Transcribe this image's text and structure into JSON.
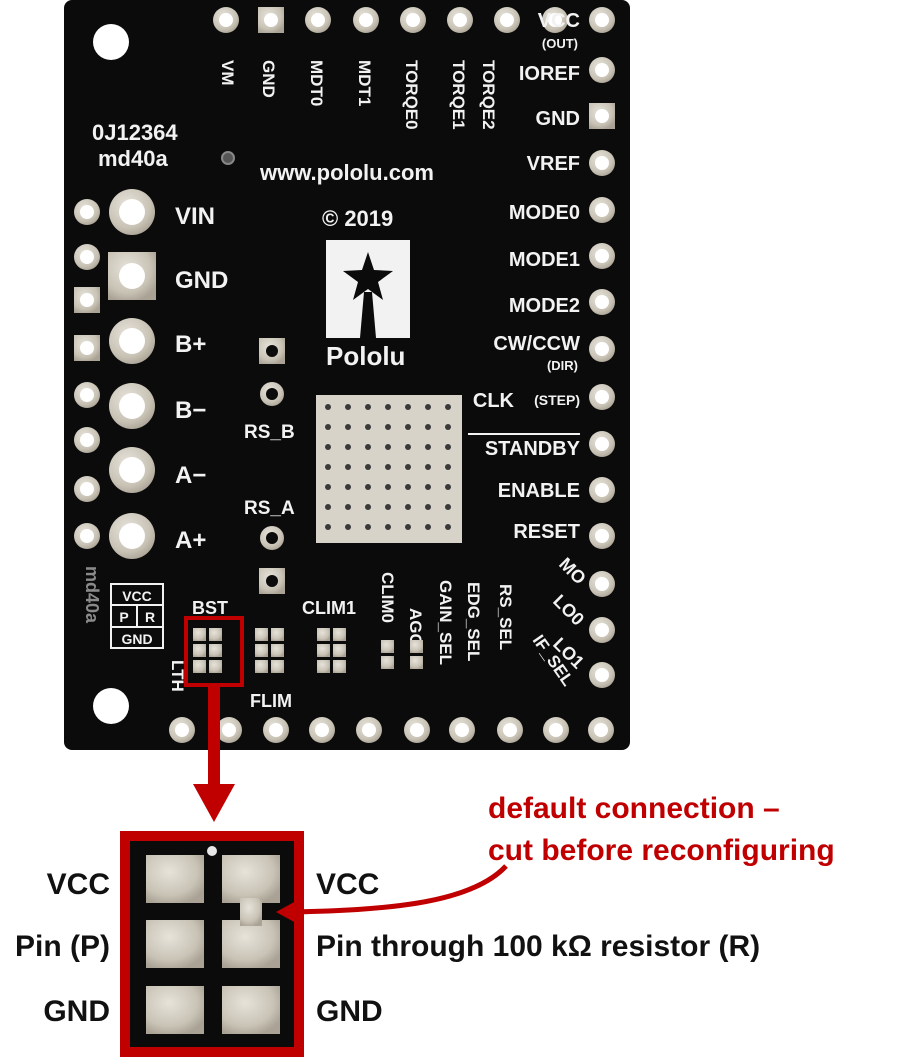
{
  "colors": {
    "board": "#0b0b0b",
    "silk": "#f2f2f2",
    "pad": "#c9c3b6",
    "accent": "#c00000",
    "label": "#111111"
  },
  "board": {
    "part_id": "0J12364",
    "part_code": "md40a",
    "url": "www.pololu.com",
    "copyright": "© 2019",
    "logo_text": "Pololu",
    "edge_text": "md40a",
    "top_pins": [
      "VM",
      "GND",
      "MDT0",
      "MDT1",
      "TORQE0",
      "TORQE1",
      "TORQE2"
    ],
    "right_pins": [
      "VCC",
      "IOREF",
      "GND",
      "VREF",
      "MODE0",
      "MODE1",
      "MODE2",
      "CW/CCW",
      "CLK",
      "STANDBY",
      "ENABLE",
      "RESET",
      "MO",
      "LO0",
      "LO1"
    ],
    "right_sublabels": {
      "vcc": "(OUT)",
      "dir": "(DIR)",
      "step": "(STEP)"
    },
    "left_pins": [
      "VIN",
      "GND",
      "B+",
      "B−",
      "A−",
      "A+"
    ],
    "rs_labels": [
      "RS_B",
      "RS_A"
    ],
    "bottom_labels": [
      "BST",
      "CLIM1",
      "CLIM0",
      "AGC",
      "GAIN_SEL",
      "EDG_SEL",
      "RS_SEL",
      "IF_SEL",
      "LTH",
      "FLIM"
    ],
    "legend": [
      "VCC",
      "P",
      "R",
      "GND"
    ]
  },
  "callout": {
    "left_labels": [
      "VCC",
      "Pin (P)",
      "GND"
    ],
    "right_labels": [
      "VCC",
      "Pin through 100 kΩ resistor (R)",
      "GND"
    ],
    "note_line1": "default connection –",
    "note_line2": "cut before reconfiguring"
  }
}
